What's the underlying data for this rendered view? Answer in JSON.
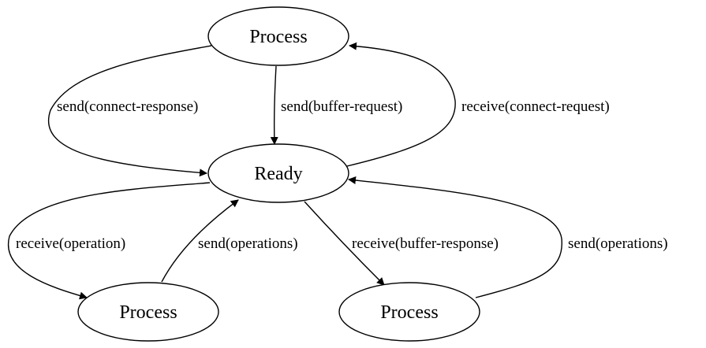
{
  "nodes": {
    "process_top": {
      "label": "Process"
    },
    "ready": {
      "label": "Ready"
    },
    "process_left": {
      "label": "Process"
    },
    "process_right": {
      "label": "Process"
    }
  },
  "edges": {
    "send_connect_response": {
      "label": "send(connect-response)"
    },
    "send_buffer_request": {
      "label": "send(buffer-request)"
    },
    "receive_connect_request": {
      "label": "receive(connect-request)"
    },
    "receive_operation": {
      "label": "receive(operation)"
    },
    "send_operations_left": {
      "label": "send(operations)"
    },
    "receive_buffer_response": {
      "label": "receive(buffer-response)"
    },
    "send_operations_right": {
      "label": "send(operations)"
    }
  },
  "colors": {
    "stroke": "#000000",
    "background": "#ffffff"
  }
}
